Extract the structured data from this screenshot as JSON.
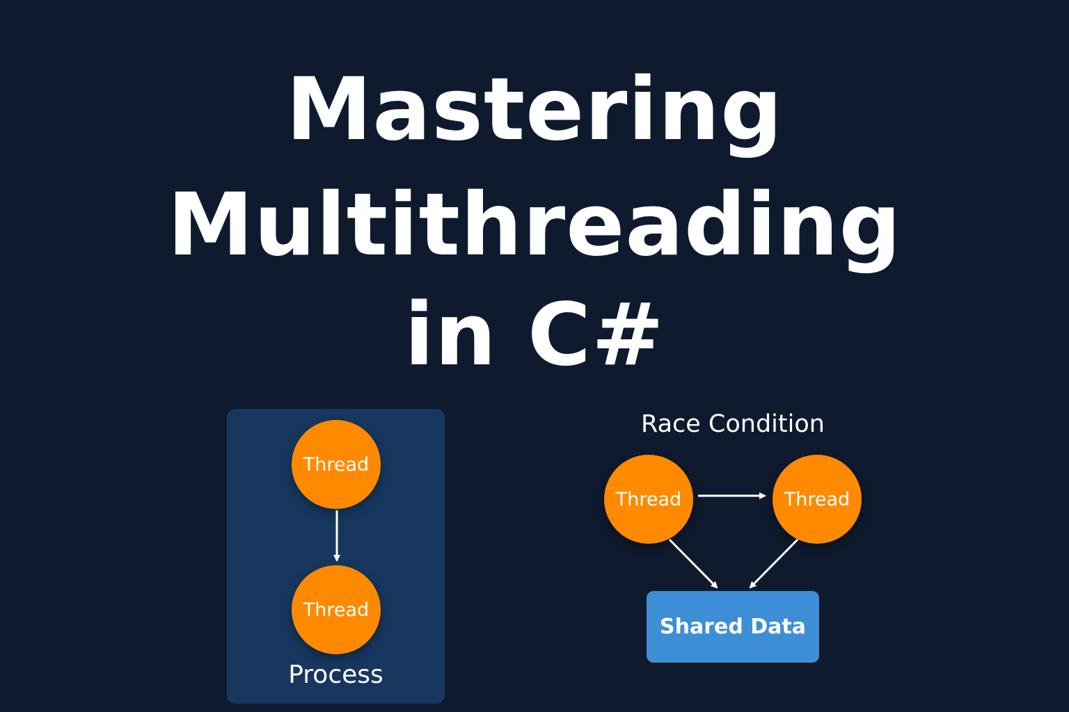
{
  "title": {
    "line1": "Mastering",
    "line2": "Multithreading",
    "line3": "in C#"
  },
  "process_diagram": {
    "top_node_label": "Thread",
    "bottom_node_label": "Thread",
    "box_label": "Process"
  },
  "race_diagram": {
    "title": "Race Condition",
    "left_node_label": "Thread",
    "right_node_label": "Thread",
    "shared_label": "Shared Data"
  },
  "colors": {
    "background": "#0f1a2e",
    "process_box": "#17375f",
    "thread_node": "#ff8a00",
    "shared_data": "#3e8ed6",
    "text": "#ffffff"
  }
}
